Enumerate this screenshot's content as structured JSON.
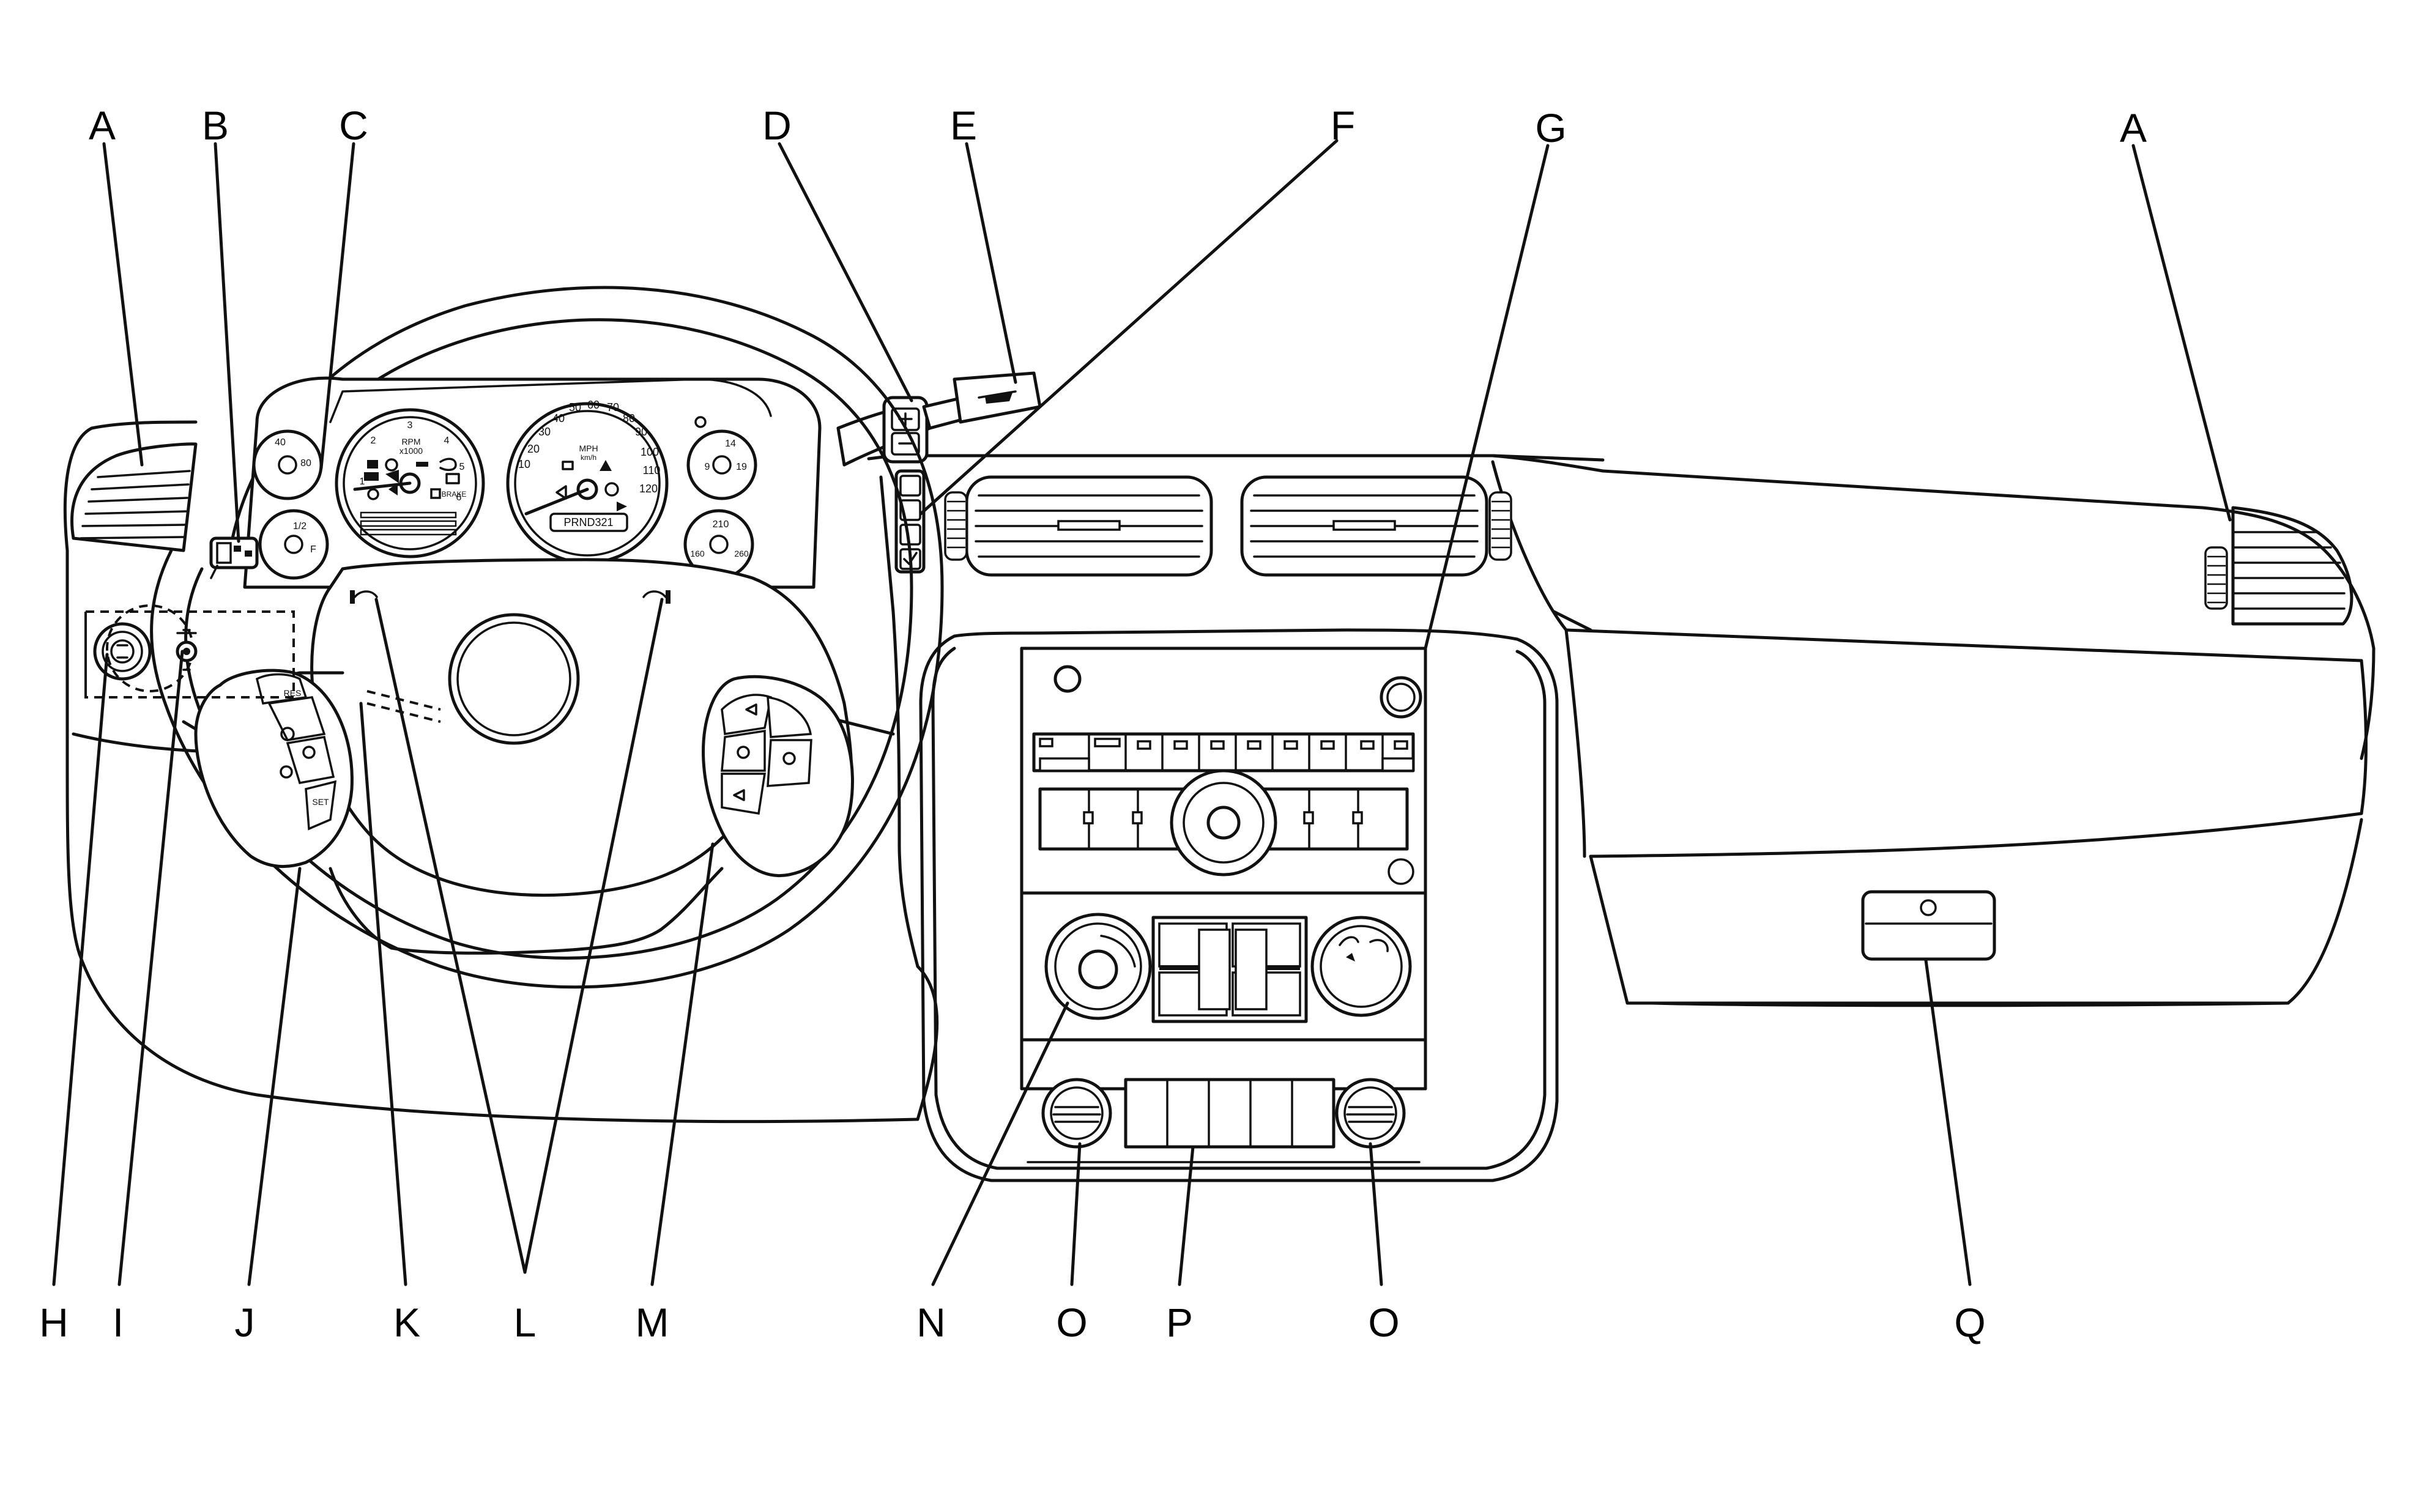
{
  "callouts": {
    "A_left": "A",
    "B": "B",
    "C": "C",
    "D": "D",
    "E": "E",
    "F": "F",
    "G": "G",
    "A_right": "A",
    "H": "H",
    "I": "I",
    "J": "J",
    "K": "K",
    "L": "L",
    "M": "M",
    "N": "N",
    "O_left": "O",
    "P": "P",
    "O_right": "O",
    "Q": "Q"
  },
  "cluster": {
    "tach_ticks": [
      "1",
      "2",
      "3",
      "4",
      "5",
      "6"
    ],
    "tach_unit": "RPM",
    "tach_multiplier": "x1000",
    "speedo_ticks": [
      "10",
      "20",
      "30",
      "40",
      "50",
      "60",
      "70",
      "80",
      "90",
      "100",
      "110",
      "120"
    ],
    "speedo_unit": "MPH",
    "speedo_sub_unit": "km/h",
    "gear_indicator": "PRND321",
    "brake_label": "BRAKE",
    "oil_gauge": [
      "40",
      "80"
    ],
    "fuel_gauge": [
      "1/2",
      "F"
    ],
    "volt_gauge": [
      "14",
      "9",
      "19"
    ],
    "temp_gauge": [
      "210",
      "160",
      "260"
    ]
  },
  "steering_controls": {
    "set_label": "SET",
    "res_label": "RES"
  }
}
